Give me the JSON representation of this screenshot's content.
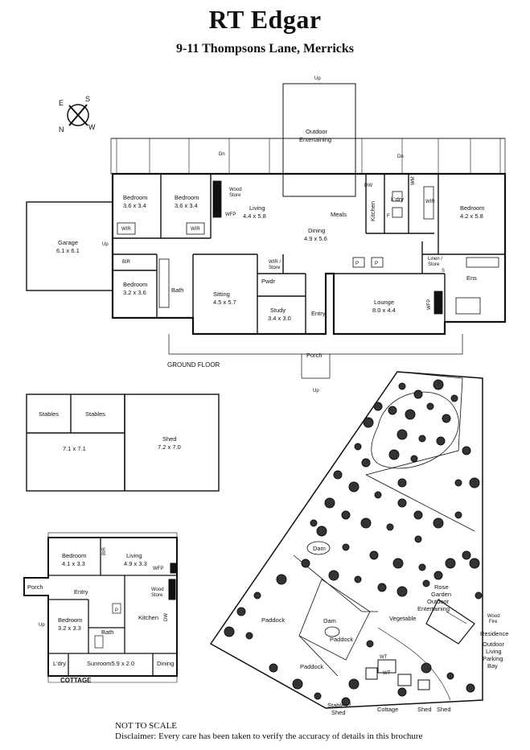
{
  "header": {
    "brand": "RT Edgar",
    "address": "9-11 Thompsons Lane, Merricks"
  },
  "compass": {
    "n": "N",
    "s": "S",
    "e": "E",
    "w": "W"
  },
  "ground_floor": {
    "caption": "GROUND FLOOR",
    "rooms": {
      "outdoor": "Outdoor",
      "entertaining": "Entertaining",
      "up_top": "Up",
      "garage": "Garage",
      "garage_dim": "6.1 x 6.1",
      "bed1": "Bedroom",
      "bed1_dim": "3.6 x 3.4",
      "bed2": "Bedroom",
      "bed2_dim": "3.6 x 3.4",
      "bed3": "Bedroom",
      "bed3_dim": "3.2 x 3.6",
      "bed4": "Bedroom",
      "bed4_dim": "4.2 x 5.8",
      "living": "Living",
      "living_dim": "4.4 x 5.8",
      "dining": "Dining",
      "dining_dim": "4.9 x 5.6",
      "meals": "Meals",
      "kitchen": "Kitchen",
      "ldry": "L'dry",
      "sitting": "Sitting",
      "sitting_dim": "4.5 x 5.7",
      "study": "Study",
      "study_dim": "3.4 x 3.0",
      "pwdr": "Pwdr",
      "wir_store": "WIR /",
      "wir_store2": "Store",
      "entry": "Entry",
      "lounge": "Lounge",
      "lounge_dim": "8.0 x 4.4",
      "ens": "Ens",
      "bath": "Bath",
      "linen": "Linen /",
      "linen2": "Store",
      "porch": "Porch",
      "wir": "WIR",
      "bir": "BIR",
      "wood": "Wood",
      "store": "Store",
      "wfp": "WFP",
      "dw": "DW",
      "wm": "WM",
      "p": "P",
      "f": "F",
      "s": "S",
      "up": "Up",
      "dn": "Dn"
    }
  },
  "outbuildings": {
    "stables_a": "Stables",
    "stables_b": "Stables",
    "stables_dim": "7.1 x 7.1",
    "shed": "Shed",
    "shed_dim": "7.2 x 7.0"
  },
  "cottage": {
    "caption": "COTTAGE",
    "bed_a": "Bedroom",
    "bed_a_dim": "4.1 x 3.3",
    "living": "Living",
    "living_dim": "4.9 x 3.3",
    "porch": "Porch",
    "entry": "Entry",
    "bed_b": "Bedroom",
    "bed_b_dim": "3.2 x 3.3",
    "kitchen": "Kitchen",
    "wood": "Wood",
    "store": "Store",
    "wfp": "WFP",
    "bath": "Bath",
    "ldry": "L'dry",
    "sunroom": "Sunroom5.9 x 2.0",
    "dining": "Dining",
    "bir": "BIR",
    "dw": "DW",
    "p": "P",
    "up": "Up"
  },
  "site": {
    "dam1": "Dam",
    "paddock1": "Paddock",
    "dam2": "Dam",
    "paddock2": "Paddock",
    "paddock3": "Paddock",
    "rose": "Rose",
    "garden": "Garden",
    "outdoor": "Outdoor",
    "entertaining": "Entertaining",
    "vegetable": "Vegetable",
    "wood": "Wood",
    "fire": "Fire",
    "residence": "Residence",
    "outdoor_living": "Outdoor",
    "living": "Living",
    "parking": "Parking",
    "bay": "Bay",
    "stables": "Stables /",
    "shed": "Shed",
    "cottage": "Cottage",
    "shed2": "Shed",
    "shed3": "Shed",
    "wt": "WT",
    "wt2": "WT"
  },
  "footer": {
    "scale": "NOT TO SCALE",
    "disclaimer": "Disclaimer: Every care has been taken to verify the accuracy of details in this brochure"
  }
}
